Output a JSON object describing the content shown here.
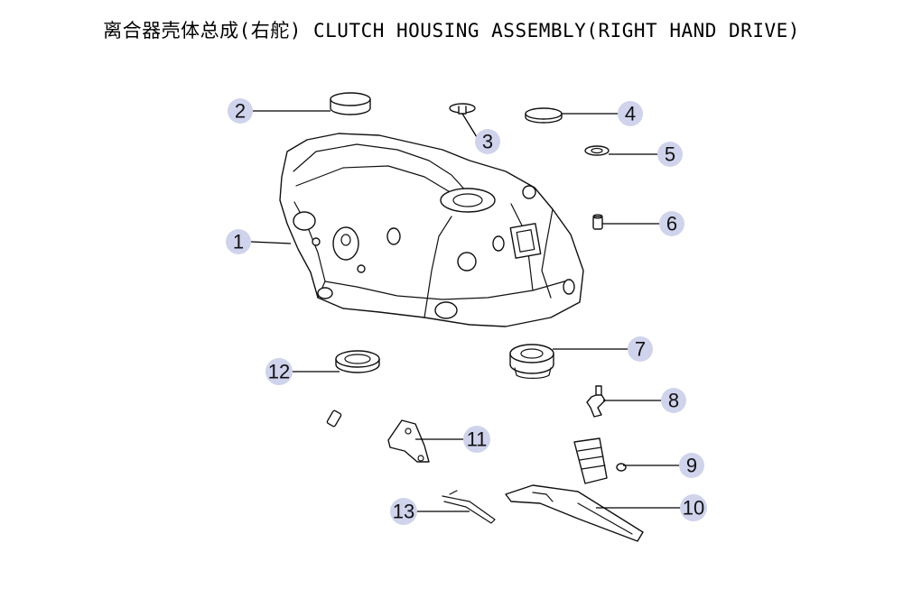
{
  "title": "离合器壳体总成(右舵) CLUTCH HOUSING ASSEMBLY(RIGHT HAND DRIVE)",
  "callout_color": "#cfd3ec",
  "callouts": [
    {
      "label": "1",
      "part": "clutch-housing"
    },
    {
      "label": "2",
      "part": "large-plug-cap"
    },
    {
      "label": "3",
      "part": "small-stud-plug"
    },
    {
      "label": "4",
      "part": "flat-cap"
    },
    {
      "label": "5",
      "part": "ring-cap"
    },
    {
      "label": "6",
      "part": "dowel-pin"
    },
    {
      "label": "7",
      "part": "large-oil-seal"
    },
    {
      "label": "8",
      "part": "pivot-stud"
    },
    {
      "label": "9",
      "part": "boot"
    },
    {
      "label": "10",
      "part": "release-fork"
    },
    {
      "label": "11",
      "part": "retainer-clip"
    },
    {
      "label": "12",
      "part": "oil-seal"
    },
    {
      "label": "13",
      "part": "spring-clip"
    }
  ]
}
